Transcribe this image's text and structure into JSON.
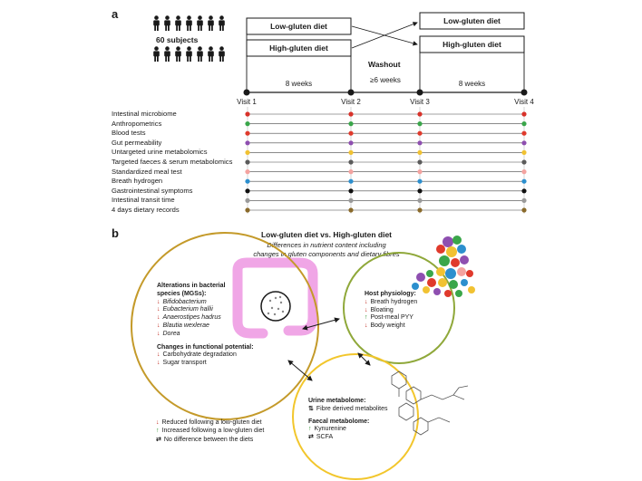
{
  "panel_a": {
    "label": "a",
    "subjects": "60 subjects",
    "diet_boxes": [
      "Low-gluten diet",
      "High-gluten diet",
      "Low-gluten diet",
      "High-gluten diet"
    ],
    "period1": "8 weeks",
    "washout": "Washout",
    "washout_duration": "≥6 weeks",
    "period2": "8 weeks",
    "visits": [
      "Visit 1",
      "Visit 2",
      "Visit 3",
      "Visit 4"
    ],
    "measures": [
      {
        "label": "Intestinal microbiome",
        "color": "#d8322a",
        "visits": [
          1,
          1,
          1,
          1
        ]
      },
      {
        "label": "Anthropometrics",
        "color": "#3aa64a",
        "visits": [
          1,
          1,
          1,
          1
        ]
      },
      {
        "label": "Blood tests",
        "color": "#e03a2c",
        "visits": [
          1,
          1,
          1,
          1
        ]
      },
      {
        "label": "Gut permeability",
        "color": "#8e4fb0",
        "visits": [
          1,
          1,
          1,
          1
        ]
      },
      {
        "label": "Untargeted urine metabolomics",
        "color": "#f1c232",
        "visits": [
          1,
          1,
          1,
          1
        ]
      },
      {
        "label": "Targeted faeces & serum metabolomics",
        "color": "#5b5b5b",
        "visits": [
          1,
          1,
          1,
          1
        ]
      },
      {
        "label": "Standardized meal test",
        "color": "#f4a3a0",
        "visits": [
          1,
          1,
          1,
          1
        ]
      },
      {
        "label": "Breath hydrogen",
        "color": "#2c8fce",
        "visits": [
          1,
          1,
          1,
          1
        ]
      },
      {
        "label": "Gastrointestinal symptoms",
        "color": "#111111",
        "visits": [
          1,
          1,
          1,
          1
        ]
      },
      {
        "label": "Intestinal transit time",
        "color": "#9a9a9a",
        "visits": [
          1,
          1,
          1,
          1
        ]
      },
      {
        "label": "4 days dietary records",
        "color": "#8a6a2a",
        "visits": [
          1,
          1,
          1,
          1
        ]
      }
    ]
  },
  "panel_b": {
    "label": "b",
    "title": "Low-gluten diet vs. High-gluten diet",
    "subtitle_1": "Differences in nutrient content including",
    "subtitle_2": "changes in gluten components and dietary fibres",
    "bacteria_head_1": "Alterations in bacterial",
    "bacteria_head_2": "species (MGSs):",
    "bacteria": [
      "Bifidobacterium",
      "Eubacterium hallii",
      "Anaerostipes hadrus",
      "Blautia wexlerae",
      "Dorea"
    ],
    "functional_head": "Changes in functional potential:",
    "functional": [
      "Carbohydrate degradation",
      "Sugar transport"
    ],
    "host_head": "Host physiology:",
    "host": [
      {
        "dir": "down",
        "text": "Breath hydrogen"
      },
      {
        "dir": "down",
        "text": "Bloating"
      },
      {
        "dir": "up",
        "text": "Post-meal PYY"
      },
      {
        "dir": "down",
        "text": "Body weight"
      }
    ],
    "urine_head": "Urine metabolome:",
    "urine": "Fibre derived metabolites",
    "faecal_head": "Faecal metabolome:",
    "faecal": [
      {
        "dir": "up",
        "text": "Kynurenine"
      },
      {
        "dir": "eq",
        "text": "SCFA"
      }
    ],
    "legend": [
      {
        "dir": "down",
        "text": "Reduced following a low-gluten diet"
      },
      {
        "dir": "up",
        "text": "Increased following a low-gluten diet"
      },
      {
        "dir": "eq",
        "text": "No difference between the diets"
      }
    ],
    "colors": {
      "bacteria_circle": "#c49a2a",
      "host_circle": "#8fa83a",
      "urine_circle": "#f2c62c",
      "colon": "#f0a6e6"
    }
  }
}
